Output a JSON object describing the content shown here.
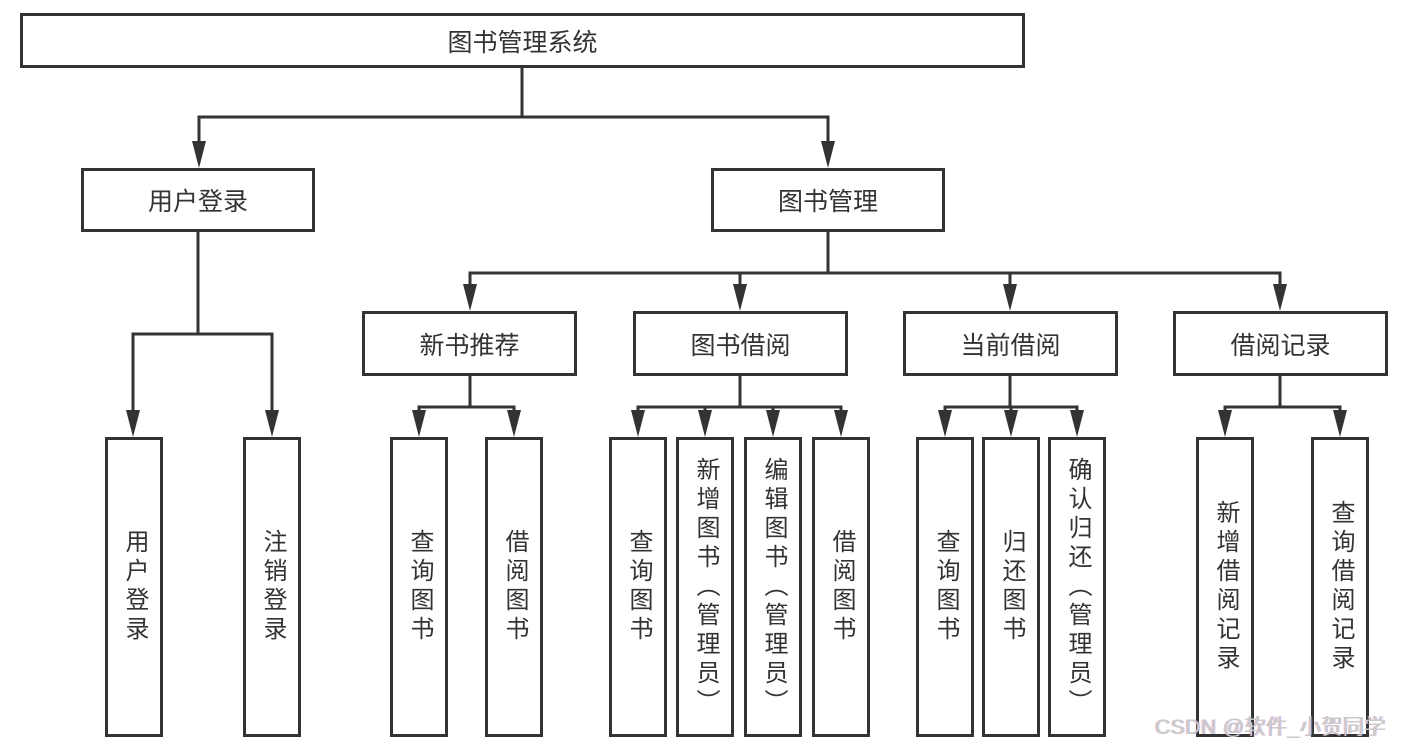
{
  "diagram": {
    "type": "tree",
    "root": {
      "label": "图书管理系统"
    },
    "branches": [
      {
        "label": "用户登录",
        "children": [
          {
            "label": "用户登录"
          },
          {
            "label": "注销登录"
          }
        ]
      },
      {
        "label": "图书管理",
        "children": [
          {
            "label": "新书推荐",
            "children": [
              {
                "label": "查询图书"
              },
              {
                "label": "借阅图书"
              }
            ]
          },
          {
            "label": "图书借阅",
            "children": [
              {
                "label": "查询图书"
              },
              {
                "label": "新增图书（管理员）"
              },
              {
                "label": "编辑图书（管理员）"
              },
              {
                "label": "借阅图书"
              }
            ]
          },
          {
            "label": "当前借阅",
            "children": [
              {
                "label": "查询图书"
              },
              {
                "label": "归还图书"
              },
              {
                "label": "确认归还（管理员）"
              }
            ]
          },
          {
            "label": "借阅记录",
            "children": [
              {
                "label": "新增借阅记录"
              },
              {
                "label": "查询借阅记录"
              }
            ]
          }
        ]
      }
    ]
  },
  "watermark": {
    "text": "CSDN @软件_小贺同学"
  },
  "colors": {
    "line": "#333333",
    "text": "#333333",
    "background": "#ffffff",
    "watermark": "#cbcbcb"
  }
}
